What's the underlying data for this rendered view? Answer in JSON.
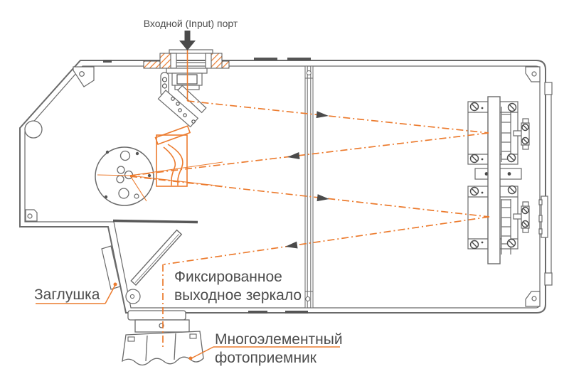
{
  "diagram": {
    "type": "optical-schematic",
    "labels": {
      "input_port": "Входной (Input) порт",
      "plug": "Заглушка",
      "fixed_output_mirror_line1": "Фиксированное",
      "fixed_output_mirror_line2": "выходное зеркало",
      "detector_line1": "Многоэлементный",
      "detector_line2": "фотоприемник"
    },
    "colors": {
      "beam_orange": "#EC7B2E",
      "housing_line_gray": "#6A6A6A",
      "dark_details": "#4A4A4A",
      "label_text": "#4D4D4D",
      "background": "#FFFFFF"
    },
    "icons": {
      "input_direction": "down-arrow-icon",
      "beam_direction": "beam-arrowhead-icon",
      "leader_end": "leader-dot-icon"
    }
  }
}
